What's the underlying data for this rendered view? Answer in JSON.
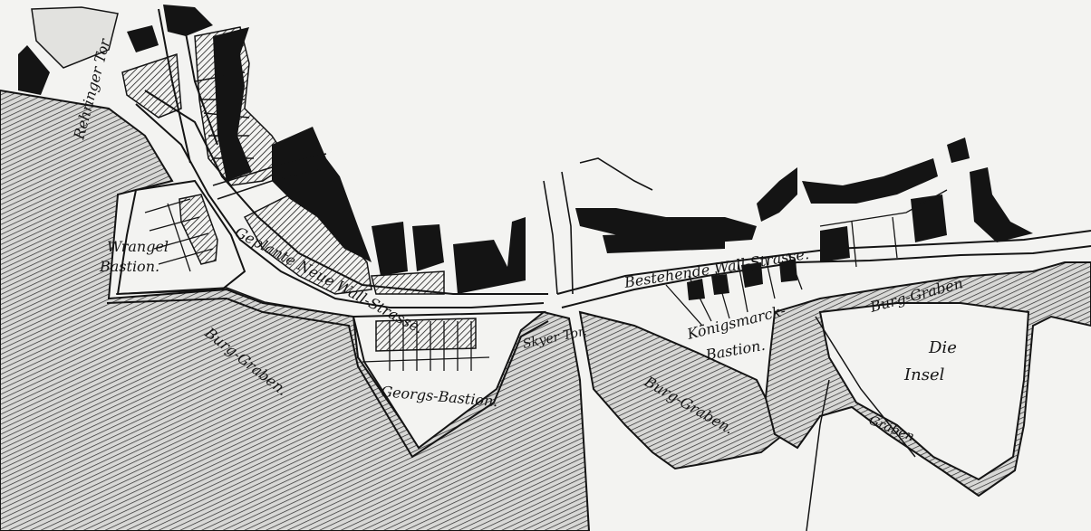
{
  "map": {
    "labels": {
      "gate_north": "Rehringer Tor",
      "wrangel_1": "Wrangel",
      "wrangel_2": "Bastion.",
      "planned_street": "Geplante Neue Wall-Strasse.",
      "existing_street": "Bestehende Wall-Strasse.",
      "moat_west": "Burg-Graben.",
      "georgs_bastion": "Georgs-Bastion.",
      "skyer_tor": "Skyer Tor.",
      "moat_middle": "Burg-Graben.",
      "koenigsmarck_1": "Königsmarck-",
      "koenigsmarck_2": "Bastion.",
      "moat_east": "Burg-Graben",
      "insel_1": "Die",
      "insel_2": "Insel",
      "graben": "Graben"
    },
    "colors": {
      "paper": "#f3f3f1",
      "ink": "#141414",
      "hatch": "#2a2a2a"
    }
  }
}
